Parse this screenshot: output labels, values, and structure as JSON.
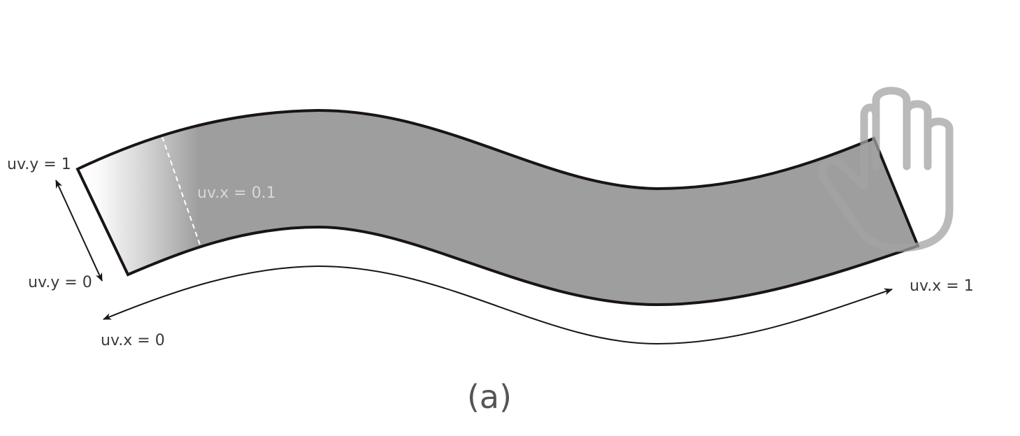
{
  "labels": {
    "uv_y_top": "uv.y = 1",
    "uv_y_bottom": "uv.y = 0",
    "uv_x_left": "uv.x = 0",
    "uv_x_right": "uv.x = 1",
    "uv_x_mid": "uv.x = 0.1"
  },
  "caption": "(a)",
  "colors": {
    "ribbon_fill": "#9d9e9d",
    "ribbon_stroke": "#1a1414",
    "hand_stroke": "#a8a8a8",
    "gradient_start": "#ffffff",
    "arrow_color": "#1a1414"
  },
  "icons": {
    "hand": "hand-icon"
  }
}
